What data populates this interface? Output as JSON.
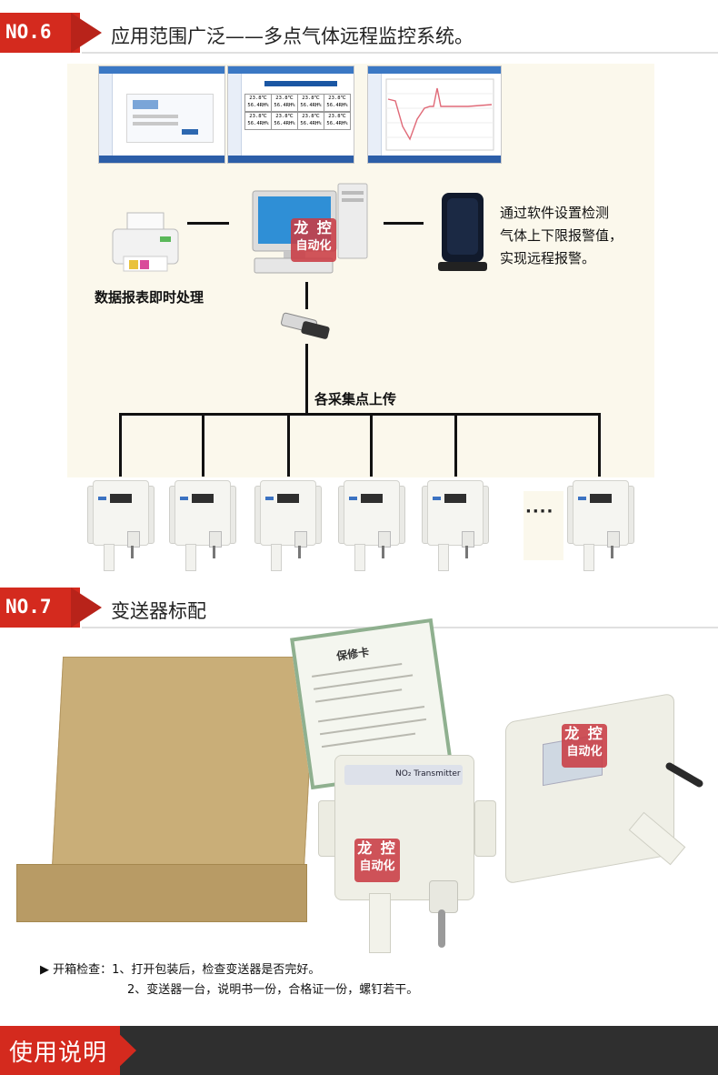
{
  "section6": {
    "badge": "NO.6",
    "title": "应用范围广泛——多点气体远程监控系统。"
  },
  "screenshot2": {
    "cells": [
      [
        "23.8℃",
        "56.4RH%"
      ],
      [
        "23.8℃",
        "56.4RH%"
      ],
      [
        "23.8℃",
        "56.4RH%"
      ],
      [
        "23.8℃",
        "56.4RH%"
      ],
      [
        "23.8℃",
        "56.4RH%"
      ],
      [
        "23.8℃",
        "56.4RH%"
      ],
      [
        "23.8℃",
        "56.4RH%"
      ],
      [
        "23.8℃",
        "56.4RH%"
      ]
    ]
  },
  "diagram": {
    "printer_label": "数据报表即时处理",
    "alarm_text_1": "通过软件设置检测",
    "alarm_text_2": "气体上下限报警值，",
    "alarm_text_3": "实现远程报警。",
    "bus_label": "各采集点上传",
    "ellipsis": "····"
  },
  "watermark": {
    "line1": "龙 控",
    "line2": "自动化"
  },
  "section7": {
    "badge": "NO.7",
    "title": "变送器标配",
    "card_title": "保修卡",
    "transmitter_label": "NO₂ Transmitter",
    "note_line1": "▶ 开箱检查：1、打开包装后，检查变送器是否完好。",
    "note_line2": "2、变送器一台，说明书一份，合格证一份，螺钉若干。"
  },
  "bottom_banner": {
    "title": "使用说明"
  },
  "colors": {
    "accent_red": "#d42a1e",
    "panel_bg": "#fbf8ec",
    "banner_dark": "#2f2f2f"
  }
}
